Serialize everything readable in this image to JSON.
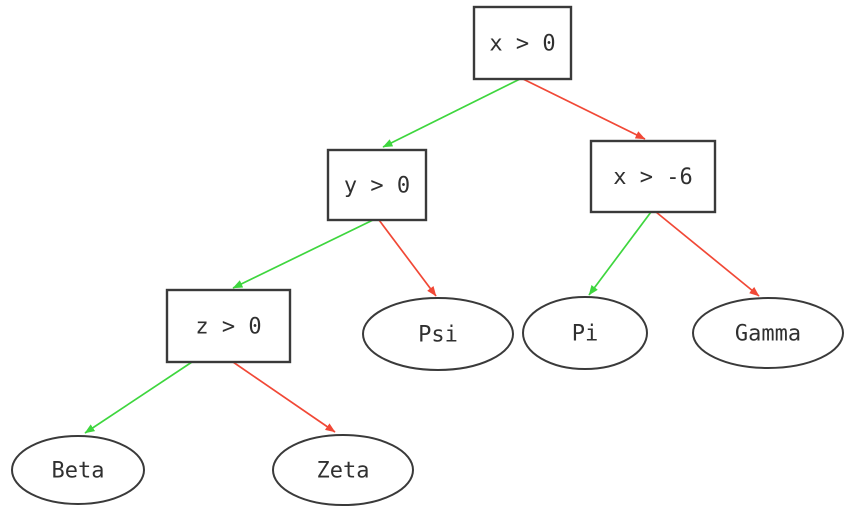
{
  "diagram": {
    "type": "decision-tree",
    "colors": {
      "true_branch": "#3ed63e",
      "false_branch": "#f14836",
      "node_border": "#3a3a3a",
      "text": "#303030",
      "background": "#ffffff"
    },
    "nodes": {
      "root": {
        "label": "x > 0",
        "kind": "decision"
      },
      "y0": {
        "label": "y > 0",
        "kind": "decision"
      },
      "x6": {
        "label": "x > -6",
        "kind": "decision"
      },
      "z0": {
        "label": "z > 0",
        "kind": "decision"
      },
      "psi": {
        "label": "Psi",
        "kind": "leaf"
      },
      "pi": {
        "label": "Pi",
        "kind": "leaf"
      },
      "gamma": {
        "label": "Gamma",
        "kind": "leaf"
      },
      "beta": {
        "label": "Beta",
        "kind": "leaf"
      },
      "zeta": {
        "label": "Zeta",
        "kind": "leaf"
      }
    },
    "edges": [
      {
        "from": "x > 0",
        "to": "y > 0",
        "branch": "true"
      },
      {
        "from": "x > 0",
        "to": "x > -6",
        "branch": "false"
      },
      {
        "from": "y > 0",
        "to": "z > 0",
        "branch": "true"
      },
      {
        "from": "y > 0",
        "to": "Psi",
        "branch": "false"
      },
      {
        "from": "x > -6",
        "to": "Pi",
        "branch": "true"
      },
      {
        "from": "x > -6",
        "to": "Gamma",
        "branch": "false"
      },
      {
        "from": "z > 0",
        "to": "Beta",
        "branch": "true"
      },
      {
        "from": "z > 0",
        "to": "Zeta",
        "branch": "false"
      }
    ]
  }
}
